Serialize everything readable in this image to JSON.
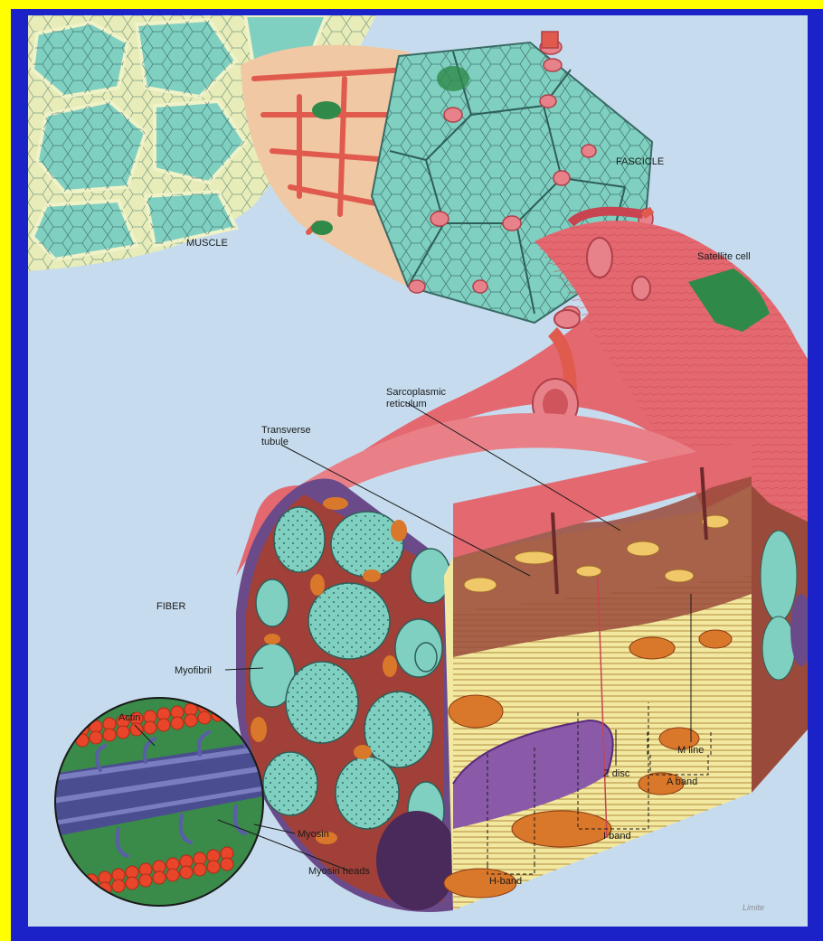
{
  "labels": {
    "muscle": "MUSCLE",
    "fascicle": "FASCICLE",
    "satellite_cell": "Satellite cell",
    "sarcoplasmic_reticulum_line1": "Sarcoplasmic",
    "sarcoplasmic_reticulum_line2": "reticulum",
    "transverse_tubule_line1": "Transverse",
    "transverse_tubule_line2": "tubule",
    "fiber": "FIBER",
    "myofibril": "Myofibril",
    "actin": "Actin",
    "myosin": "Myosin",
    "myosin_heads": "Myosin heads",
    "m_line": "M line",
    "a_band": "A band",
    "z_disc": "Z disc",
    "i_band": "I band",
    "h_band": "H-band",
    "signature": "Limite"
  },
  "colors": {
    "border_blue": "#1a22c8",
    "border_yellow": "#ffff00",
    "background": "#c6dcee",
    "fiber_red": "#e0606a",
    "myofibril_teal": "#6cc4b0",
    "mitochondria_orange": "#d9782a",
    "nucleus_purple": "#8a5aa8",
    "satellite_green": "#2f8a4a",
    "actin_red": "#e8452a",
    "myosin_blue": "#5a5ea8"
  }
}
